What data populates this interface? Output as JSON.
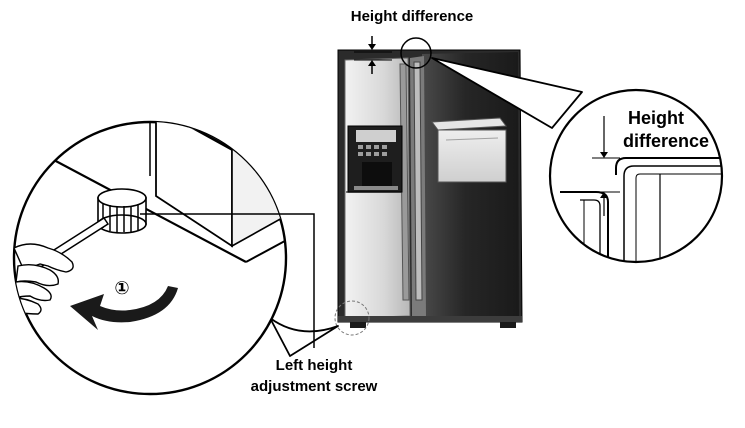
{
  "labels": {
    "top_height_difference": "Height difference",
    "zoom_height_difference_line1": "Height",
    "zoom_height_difference_line2": "difference",
    "screw_label_line1": "Left height",
    "screw_label_line2": "adjustment screw"
  },
  "step_marker": "①",
  "colors": {
    "ink": "#000000",
    "fridge_dark": "#2f2f2f",
    "fridge_door_light": "#dcdcdc",
    "callout_fill": "#ffffff",
    "rotation_arrow": "#1a1a1a"
  }
}
